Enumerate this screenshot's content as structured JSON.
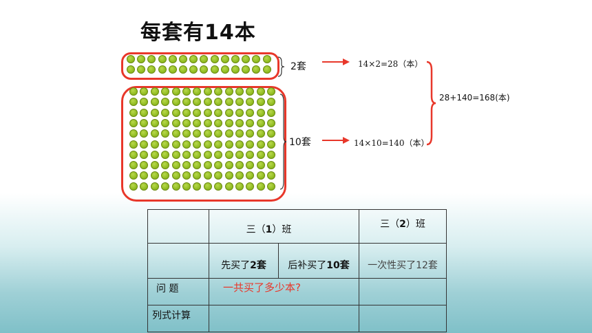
{
  "title": "每套有14本",
  "top_label": "2套",
  "bottom_label": "10套",
  "top_expr": "14×2=28（本）",
  "bottom_expr": "14×10=140（本）",
  "sum_expr": "28+140=168(本)",
  "colors": {
    "accent": "#e8372a",
    "dot": "#8cb81e"
  },
  "table": {
    "class1": "三（1）班",
    "class2": "三（2）班",
    "bought_first": "先买了2套",
    "bought_later": "后补买了10套",
    "bought_once": "一次性买了12套",
    "question_label": "问 题",
    "question_text": "一共买了多少本?",
    "formula_label": "列式计算"
  }
}
